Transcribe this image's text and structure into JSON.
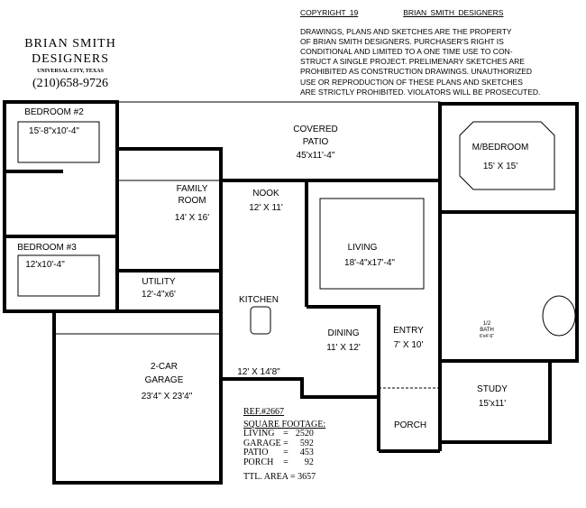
{
  "brand": {
    "name_line1": "BRIAN SMITH",
    "name_line2": "DESIGNERS",
    "city": "UNIVERSAL CITY, TEXAS",
    "phone": "(210)658-9726"
  },
  "copyright": {
    "heading": "COPYRIGHT 19",
    "heading_company": "BRIAN SMITH DESIGNERS",
    "lines": [
      "DRAWINGS, PLANS AND SKETCHES ARE THE PROPERTY",
      "OF BRIAN SMITH DESIGNERS.  PURCHASER'S RIGHT IS",
      "CONDITIONAL AND LIMITED TO A ONE TIME USE TO CON-",
      "STRUCT A SINGLE PROJECT.  PRELIMENARY SKETCHES ARE",
      "PROHIBITED AS CONSTRUCTION DRAWINGS.  UNAUTHORIZED",
      "USE OR REPRODUCTION OF THESE PLANS AND SKETCHES",
      "ARE STRICTLY PROHIBITED.  VIOLATORS WILL BE PROSECUTED."
    ]
  },
  "rooms": {
    "bedroom2": {
      "name": "BEDROOM #2",
      "size": "15'-8\"x10'-4\""
    },
    "bedroom3": {
      "name": "BEDROOM #3",
      "size": "12'x10'-4\""
    },
    "patio": {
      "name1": "COVERED",
      "name2": "PATIO",
      "size": "45'x11'-4\""
    },
    "family": {
      "name1": "FAMILY",
      "name2": "ROOM",
      "size": "14' X 16'"
    },
    "nook": {
      "name": "NOOK",
      "size": "12' X 11'"
    },
    "living": {
      "name": "LIVING",
      "size": "18'-4\"x17'-4\""
    },
    "master": {
      "name": "M/BEDROOM",
      "size": "15' X 15'"
    },
    "utility": {
      "name": "UTILITY",
      "size": "12'-4\"x6'"
    },
    "kitchen": {
      "name": "KITCHEN",
      "size": "12' X 14'8\""
    },
    "dining": {
      "name": "DINING",
      "size": "11' X 12'"
    },
    "entry": {
      "name": "ENTRY",
      "size": "7' X 10'"
    },
    "study": {
      "name": "STUDY",
      "size": "15'x11'"
    },
    "garage": {
      "name1": "2-CAR",
      "name2": "GARAGE",
      "size": "23'4\" X 23'4\""
    },
    "porch": {
      "name": "PORCH"
    },
    "halfbath": {
      "name1": "1/2",
      "name2": "BATH",
      "size": "6'x4'-6\""
    }
  },
  "summary": {
    "ref": "REF.#2667",
    "heading": "SQUARE FOOTAGE:",
    "rows": [
      {
        "label": "LIVING",
        "value": "2520"
      },
      {
        "label": "GARAGE",
        "value": "592"
      },
      {
        "label": "PATIO",
        "value": "453"
      },
      {
        "label": "PORCH",
        "value": "92"
      }
    ],
    "total_label": "TTL. AREA",
    "total_value": "3657"
  }
}
